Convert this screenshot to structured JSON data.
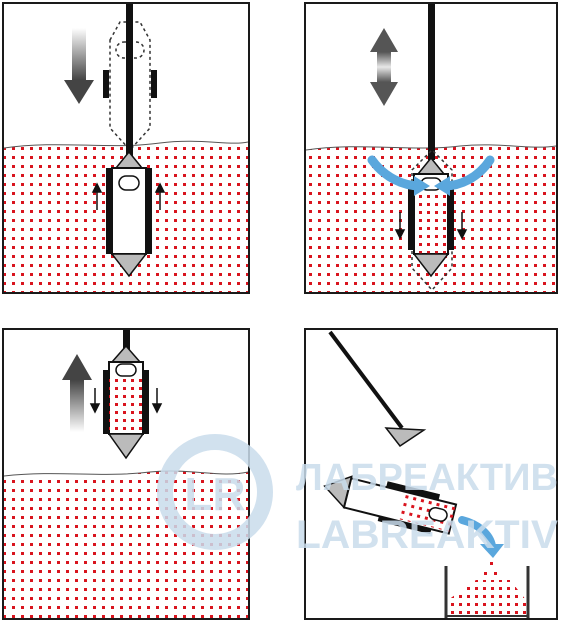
{
  "diagram": {
    "panels": [
      {
        "id": "panel-1",
        "step": "lowering sampler into material",
        "motion": "down"
      },
      {
        "id": "panel-2",
        "step": "agitating sampler to fill",
        "motion": "up-down"
      },
      {
        "id": "panel-3",
        "step": "withdrawing filled sampler",
        "motion": "up"
      },
      {
        "id": "panel-4",
        "step": "discharging sample into container",
        "motion": "pour"
      }
    ],
    "colors": {
      "frame": "#1a1a1a",
      "material_dot": "#d9141e",
      "flow_arrow": "#5aa7dd",
      "motion_arrow": "#555555",
      "watermark": "#c9dcec"
    }
  },
  "watermark": {
    "logo_letters": "LR",
    "line1": "ЛАБРЕАКТИВ",
    "line2": "LABREAKTIV"
  }
}
